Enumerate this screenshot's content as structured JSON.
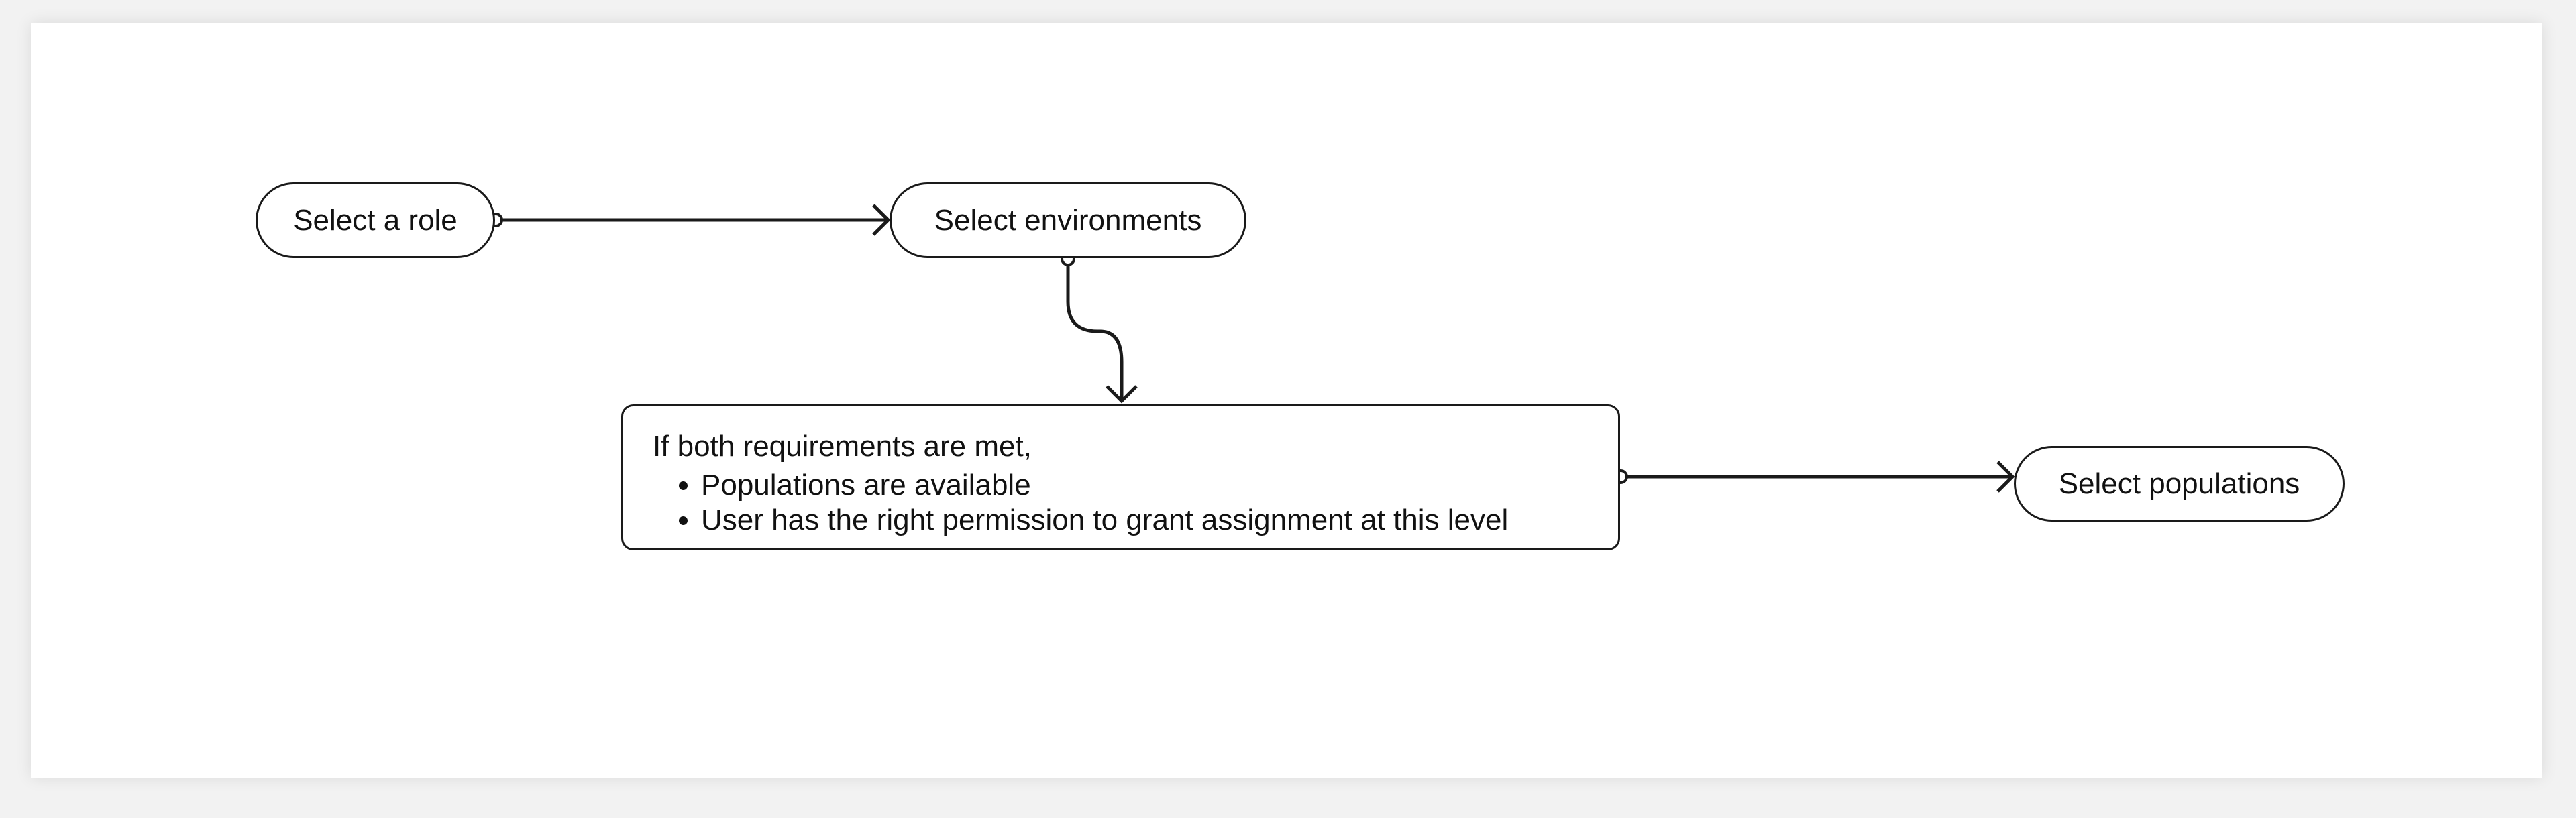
{
  "diagram": {
    "nodes": {
      "select_role": {
        "label": "Select a role"
      },
      "select_environments": {
        "label": "Select environments"
      },
      "requirements": {
        "title": "If both requirements are met,",
        "items": [
          "Populations are available",
          "User has the right permission to grant assignment at this level"
        ]
      },
      "select_populations": {
        "label": "Select populations"
      }
    },
    "edges": [
      {
        "from": "select_role",
        "to": "select_environments"
      },
      {
        "from": "select_environments",
        "to": "requirements"
      },
      {
        "from": "requirements",
        "to": "select_populations"
      }
    ],
    "colors": {
      "stroke": "#1a1a1a",
      "background": "#ffffff",
      "page": "#f2f2f2"
    }
  }
}
